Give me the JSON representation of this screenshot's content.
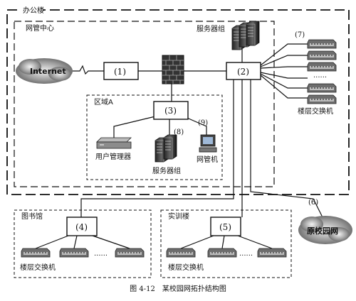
{
  "diagram": {
    "zones": {
      "office_building": "办公楼",
      "network_center": "网管中心",
      "zone_a": "区域A",
      "library": "图书馆",
      "training_building": "实训楼"
    },
    "nodes": {
      "n1": "(1)",
      "n2": "(2)",
      "n3": "(3)",
      "n4": "(4)",
      "n5": "(5)"
    },
    "link_labels": {
      "l6": "(6)",
      "l7": "(7)",
      "l8": "(8)",
      "l9": "(9)"
    },
    "labels": {
      "internet": "Internet",
      "server_group_top": "服务器组",
      "server_group_zone": "服务器组",
      "user_manager": "用户管理器",
      "nms_machine": "网管机",
      "floor_switch_right": "楼层交换机",
      "floor_switch_library": "楼层交换机",
      "floor_switch_training": "楼层交换机",
      "old_campus": "原校园网",
      "dots_right": "......",
      "dots_library": "......",
      "dots_training": "......"
    },
    "caption": "图 4-12　某校园网拓扑结构图"
  }
}
